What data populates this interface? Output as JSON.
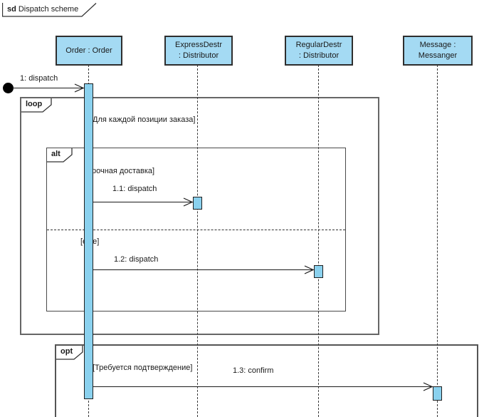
{
  "diagram": {
    "tag_keyword": "sd",
    "tag_title": "Dispatch scheme"
  },
  "lifelines": [
    {
      "name": "order",
      "line1": "Order : Order",
      "line2": ""
    },
    {
      "name": "express-destr",
      "line1": "ExpressDestr",
      "line2": ": Distributor"
    },
    {
      "name": "regular-destr",
      "line1": "RegularDestr",
      "line2": ": Distributor"
    },
    {
      "name": "message",
      "line1": "Message :",
      "line2": "Messanger"
    }
  ],
  "fragments": {
    "loop": {
      "keyword": "loop",
      "guard": "[Для каждой позиции заказа]"
    },
    "alt": {
      "keyword": "alt",
      "guard1": "[Срочная доставка]",
      "guard2": "[else]"
    },
    "opt": {
      "keyword": "opt",
      "guard": "[Требуется подтверждение]"
    }
  },
  "messages": [
    {
      "label": "1: dispatch"
    },
    {
      "label": "1.1: dispatch"
    },
    {
      "label": "1.2: dispatch"
    },
    {
      "label": "1.3: confirm"
    }
  ],
  "colors": {
    "lifeline_fill": "#A4DAF3",
    "activation_fill": "#8AD1EE",
    "frame_border": "#4a4a4a",
    "text": "#1a1a1a"
  }
}
